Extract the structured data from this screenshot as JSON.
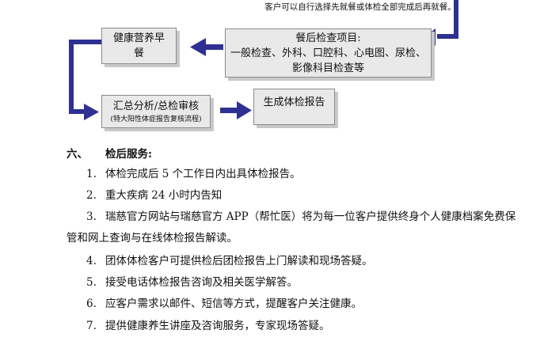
{
  "top_note": "客户可以自行选择先就餐或体检全部完成后再就餐。",
  "flow": {
    "breakfast": "健康营养早餐",
    "after_meal_title": "餐后检查项目:",
    "after_meal_line1": "一般检查、外科、口腔科、心电图、尿检、",
    "after_meal_line2": "影像科目检查等",
    "summary_title": "汇总分析/总检审核",
    "summary_sub": "(特大阳性体症报告复核流程)",
    "report": "生成体检报告"
  },
  "section": {
    "number": "六、",
    "title": "检后服务:"
  },
  "items": [
    {
      "num": "1.",
      "text": "体检完成后 5 个工作日内出具体检报告。"
    },
    {
      "num": "2.",
      "text": "重大疾病 24 小时内告知"
    },
    {
      "num": "3.",
      "text": "瑞慈官方网站与瑞慈官方 APP（帮忙医）将为每一位客户提供终身个人健康档案免费保",
      "cont": "管和网上查询与在线体检报告解读。"
    },
    {
      "num": "4.",
      "text": "团体体检客户可提供检后团检报告上门解读和现场答疑。"
    },
    {
      "num": "5.",
      "text": "接受电话体检报告咨询及相关医学解答。"
    },
    {
      "num": "6.",
      "text": "应客户需求以邮件、短信等方式，提醒客户关注健康。"
    },
    {
      "num": "7.",
      "text": "提供健康养生讲座及咨询服务，专家现场答疑。"
    }
  ],
  "colors": {
    "arrow": "#2e3192",
    "box_fill": "#e9e9e9"
  }
}
